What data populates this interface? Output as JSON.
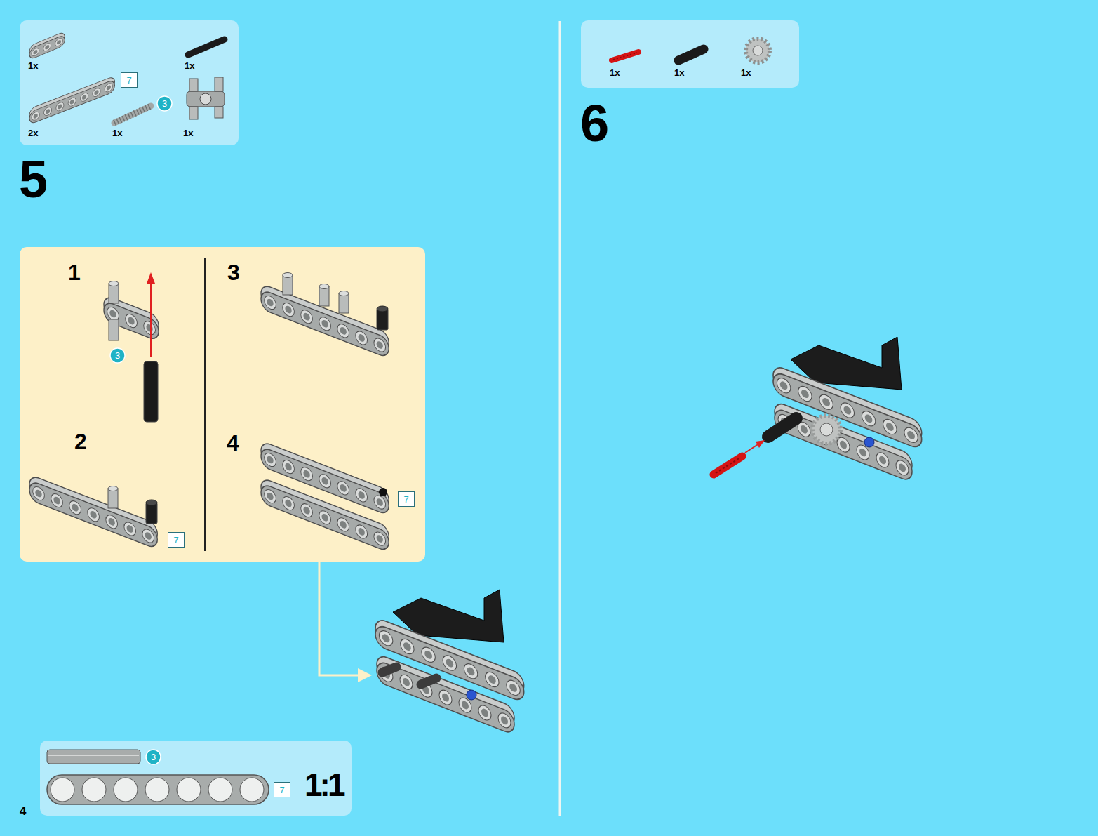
{
  "diagram": {
    "nodes": [
      {
        "text": [
          "1x",
          "1x",
          "2x",
          "1x",
          "1x"
        ]
      },
      {
        "text": [
          "7"
        ],
        "in": 0
      },
      {
        "text": [
          "3"
        ],
        "in": 0
      },
      {
        "text": [
          "1",
          "2",
          "3",
          "4"
        ]
      },
      {
        "text": [
          "3"
        ],
        "in": 3
      },
      {
        "text": [
          "7"
        ],
        "in": 3
      },
      {
        "text": [
          "7"
        ],
        "in": 3
      },
      {
        "text": [
          "1x",
          "1x",
          "1x"
        ]
      },
      {
        "text": [
          "1:1"
        ]
      },
      {
        "text": [
          "3"
        ],
        "in": 8
      },
      {
        "text": [
          "7"
        ],
        "in": 8
      }
    ],
    "labels": [
      "5",
      "6",
      "4"
    ]
  }
}
